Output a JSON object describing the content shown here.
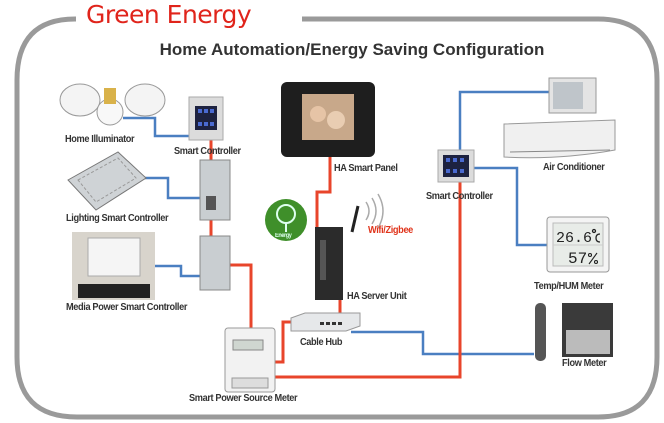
{
  "brand": "Green Energy",
  "title": "Home Automation/Energy Saving Configuration",
  "colors": {
    "frame": "#9a9a9a",
    "brand": "#e0241b",
    "power_line": "#e8452b",
    "data_line": "#4a7fc1",
    "energy_badge": "#3f8f2a"
  },
  "devices": {
    "home_illuminator": "Home Illuminator",
    "smart_controller_left": "Smart Controller",
    "lighting_controller": "Lighting Smart Controller",
    "media_controller": "Media Power Smart Controller",
    "ha_panel": "HA Smart Panel",
    "energy_badge": "Energy",
    "wireless": "Wifi/Zigbee",
    "ha_server": "HA Server Unit",
    "cable_hub": "Cable Hub",
    "power_meter": "Smart Power Source Meter",
    "smart_controller_right": "Smart Controller",
    "air_conditioner": "Air Conditioner",
    "temp_hum_meter": "Temp/HUM Meter",
    "temp_reading": "26.6",
    "hum_reading": "57",
    "flow_meter": "Flow  Meter"
  }
}
